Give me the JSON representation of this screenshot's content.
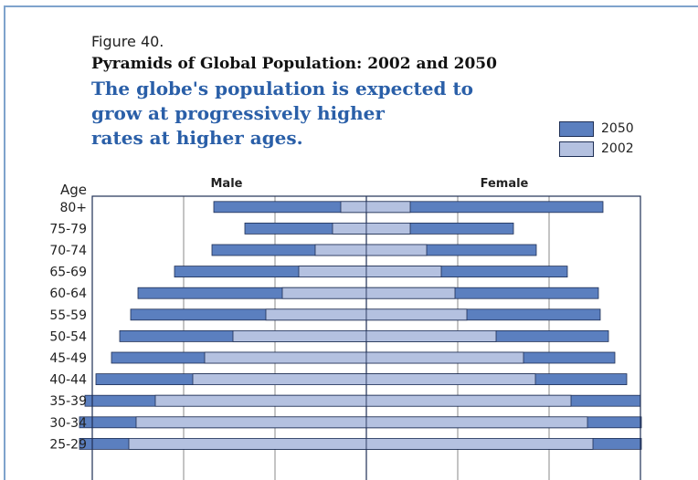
{
  "figure": {
    "label": "Figure 40.",
    "title": "Pyramids of Global Population:  2002 and 2050",
    "subtitle": "The globe's population is expected to\ngrow at progressively higher\nrates at higher ages."
  },
  "colors": {
    "s2050": "#5b7fbf",
    "s2002": "#b4c1e0",
    "outline": "#1f2f55",
    "grid": "#888888"
  },
  "chart_data": {
    "type": "bar",
    "orientation": "horizontal-pyramid",
    "age_axis_title": "Age",
    "left_label": "Male",
    "right_label": "Female",
    "categories": [
      "80+",
      "75-79",
      "70-74",
      "65-69",
      "60-64",
      "55-59",
      "50-54",
      "45-49",
      "40-44",
      "35-39",
      "30-34",
      "25-29"
    ],
    "xlim": [
      -300,
      300
    ],
    "gridlines": [
      -300,
      -200,
      -100,
      0,
      100,
      200,
      300
    ],
    "grid": true,
    "legend_position": "top-right",
    "series": [
      {
        "name": "2050",
        "color_key": "s2050",
        "male": [
          167,
          133,
          169,
          210,
          250,
          258,
          270,
          279,
          296,
          308,
          314,
          314
        ],
        "female": [
          259,
          161,
          186,
          220,
          254,
          256,
          265,
          272,
          285,
          300,
          301,
          301
        ]
      },
      {
        "name": "2002",
        "color_key": "s2002",
        "male": [
          28,
          37,
          56,
          74,
          92,
          110,
          146,
          177,
          190,
          231,
          252,
          260
        ],
        "female": [
          48,
          48,
          66,
          82,
          97,
          110,
          142,
          172,
          185,
          224,
          242,
          248
        ]
      }
    ]
  }
}
